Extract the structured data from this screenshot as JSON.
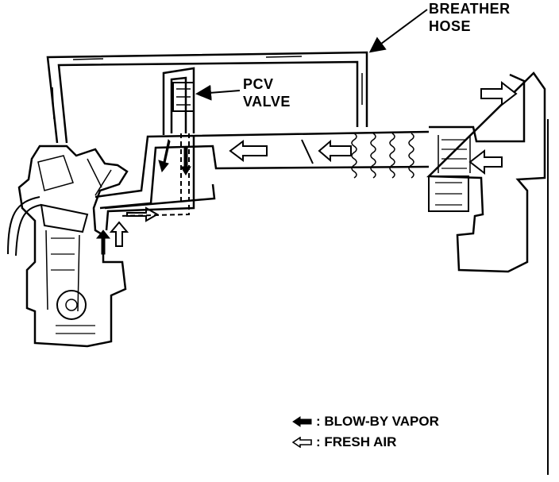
{
  "labels": {
    "breather_line1": "BREATHER",
    "breather_line2": "HOSE",
    "pcv_line1": "PCV",
    "pcv_line2": "VALVE"
  },
  "legend": {
    "blow_by": ": BLOW-BY VAPOR",
    "fresh_air": ": FRESH AIR"
  },
  "colors": {
    "ink": "#000000",
    "paper": "#ffffff"
  },
  "icons": {
    "blow_by": "solid-arrow-left-icon",
    "fresh_air": "hollow-arrow-left-icon"
  }
}
